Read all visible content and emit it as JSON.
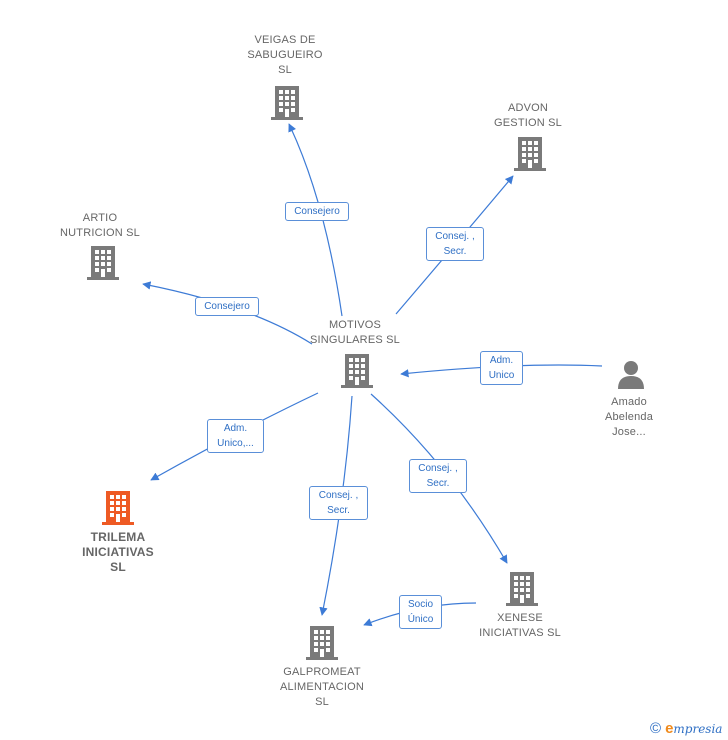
{
  "colors": {
    "edge": "#3d7bd6",
    "company": "#7a7a7a",
    "highlight": "#ee5a24",
    "person": "#7a7a7a"
  },
  "nodes": {
    "veigas": {
      "label": "VEIGAS DE\nSABUGUEIRO\nSL",
      "icon": "building-icon"
    },
    "advon": {
      "label": "ADVON\nGESTION  SL",
      "icon": "building-icon"
    },
    "artio": {
      "label": "ARTIO\nNUTRICION  SL",
      "icon": "building-icon"
    },
    "motivos": {
      "label": "MOTIVOS\nSINGULARES SL",
      "icon": "building-icon"
    },
    "amado": {
      "label": "Amado\nAbelenda\nJose...",
      "icon": "person-icon"
    },
    "trilema": {
      "label": "TRILEMA\nINICIATIVAS\nSL",
      "icon": "building-icon"
    },
    "xenese": {
      "label": "XENESE\nINICIATIVAS  SL",
      "icon": "building-icon"
    },
    "galpromeat": {
      "label": "GALPROMEAT\nALIMENTACION\nSL",
      "icon": "building-icon"
    }
  },
  "edges": {
    "veigas": "Consejero",
    "advon": "Consej. ,\nSecr.",
    "artio": "Consejero",
    "amado": "Adm.\nUnico",
    "trilema": "Adm.\nUnico,...",
    "galpromeat": "Consej. ,\nSecr.",
    "xenese": "Consej. ,\nSecr.",
    "xenese_galpromeat": "Socio\nÚnico"
  },
  "footer": {
    "copyright": "©",
    "brand_initial": "e",
    "brand_rest": "mpresia"
  }
}
